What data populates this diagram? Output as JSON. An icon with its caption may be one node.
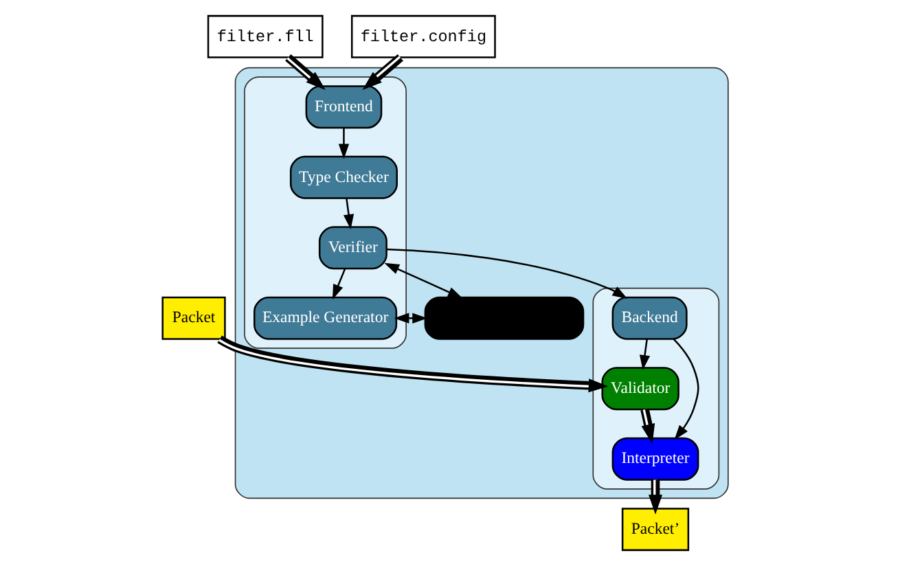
{
  "diagram": {
    "nodes": [
      {
        "text": [],
        "shape": "box"
      },
      {
        "text": [],
        "shape": "box",
        "in": 0
      },
      {
        "text": [
          "Frontend"
        ],
        "in": 1
      },
      {
        "text": [
          "Type Checker"
        ],
        "in": 1
      },
      {
        "text": [
          "Verifier"
        ],
        "in": 1
      },
      {
        "text": [
          "Example Generator"
        ],
        "in": 1
      },
      {
        "text": [],
        "shape": "box",
        "in": 0
      },
      {
        "text": [],
        "shape": "box",
        "in": 0
      },
      {
        "text": [
          "Backend"
        ],
        "in": 7
      },
      {
        "text": [
          "Validator"
        ],
        "in": 7
      },
      {
        "text": [
          "Interpreter"
        ],
        "in": 7
      },
      {
        "text": [
          "filter.fll"
        ]
      },
      {
        "text": [
          "filter.config"
        ]
      },
      {
        "text": [
          "Packet"
        ]
      },
      {
        "text": [
          "Packet’"
        ]
      }
    ],
    "edges": [
      {
        "from": 11,
        "to": 2,
        "arrow": "to",
        "style": "thick"
      },
      {
        "from": 12,
        "to": 2,
        "arrow": "to",
        "style": "thick"
      },
      {
        "from": 2,
        "to": 3,
        "arrow": "to"
      },
      {
        "from": 3,
        "to": 4,
        "arrow": "to"
      },
      {
        "from": 4,
        "to": 5,
        "arrow": "to"
      },
      {
        "from": 4,
        "to": 6,
        "arrow": "both"
      },
      {
        "from": 6,
        "to": 5,
        "arrow": "both"
      },
      {
        "from": 4,
        "to": 8,
        "arrow": "to"
      },
      {
        "from": 8,
        "to": 9,
        "arrow": "to"
      },
      {
        "from": 8,
        "to": 10,
        "arrow": "to"
      },
      {
        "from": 13,
        "to": 9,
        "arrow": "to",
        "style": "thick"
      },
      {
        "from": 9,
        "to": 10,
        "arrow": "to",
        "style": "thick"
      },
      {
        "from": 10,
        "to": 14,
        "arrow": "to",
        "style": "thick"
      }
    ]
  }
}
